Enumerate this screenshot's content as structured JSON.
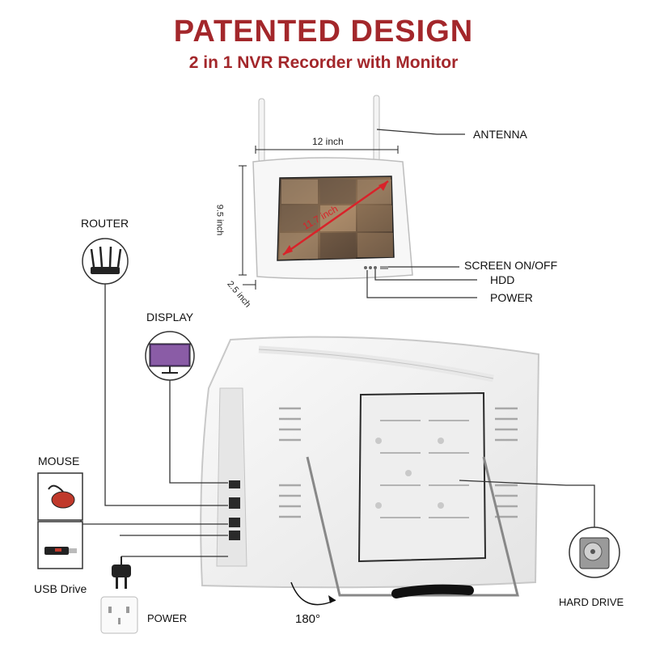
{
  "header": {
    "title": "PATENTED DESIGN",
    "subtitle": "2 in 1 NVR Recorder with Monitor"
  },
  "dimensions": {
    "width": "12 inch",
    "height": "9.5 inch",
    "depth": "2.5 inch",
    "diagonal": "11.7 inch"
  },
  "callouts": {
    "antenna": "ANTENNA",
    "screen_on_off": "SCREEN ON/OFF",
    "hdd": "HDD",
    "power_button": "POWER"
  },
  "peripherals": {
    "router": "ROUTER",
    "display": "DISPLAY",
    "mouse": "MOUSE",
    "usb_drive": "USB Drive",
    "power": "POWER",
    "hard_drive": "HARD DRIVE"
  },
  "stand": {
    "rotation": "180°"
  },
  "colors": {
    "title": "#a3272b",
    "subtitle": "#a3272b",
    "lines": "#333333",
    "device_body": "#f3f3f3"
  }
}
